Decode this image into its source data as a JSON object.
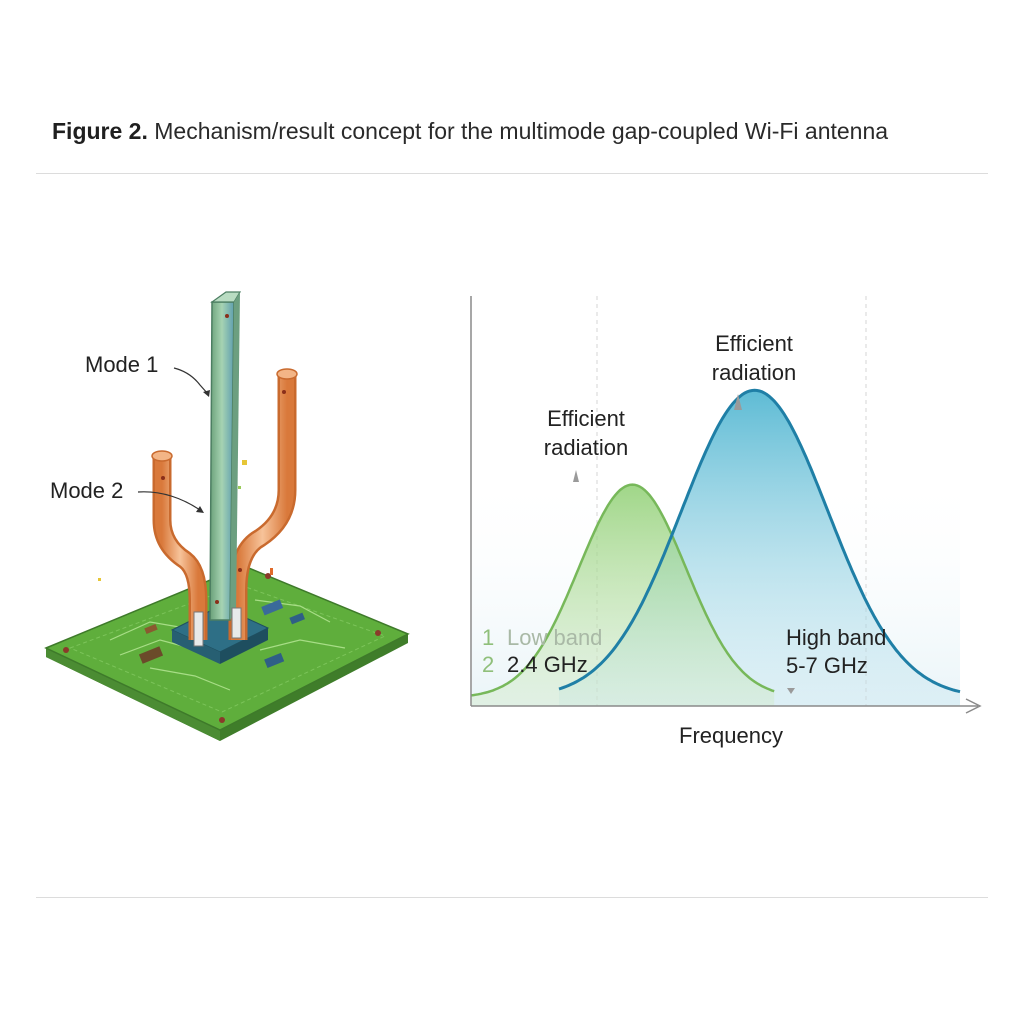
{
  "caption": {
    "bold": "Figure 2.",
    "text": " Mechanism/result concept for the multimode gap-coupled Wi-Fi antenna"
  },
  "antenna": {
    "mode1_label": "Mode 1",
    "mode2_label": "Mode 2",
    "colors": {
      "board": "#5fae3c",
      "mode1_element": "#8fc7a0",
      "mode2_element": "#f0a36a"
    }
  },
  "plot": {
    "xlabel": "Frequency",
    "low": {
      "peak_label": [
        "Efficient",
        "radiation"
      ],
      "band_label": [
        "Low band",
        "2.4 GHz"
      ],
      "band_markers": [
        "1",
        "2"
      ],
      "color": "#77b85a"
    },
    "high": {
      "peak_label": [
        "Efficient",
        "radiation"
      ],
      "band_label": [
        "High band",
        "5-7 GHz"
      ],
      "color": "#1f7fa6"
    }
  },
  "chart_data": {
    "type": "area",
    "xlabel": "Frequency",
    "series": [
      {
        "name": "Low band 2.4 GHz",
        "peak_x": 0.33,
        "peak_y": 0.52,
        "width": 0.11
      },
      {
        "name": "High band 5-7 GHz",
        "peak_x": 0.58,
        "peak_y": 0.75,
        "width": 0.15
      }
    ]
  }
}
